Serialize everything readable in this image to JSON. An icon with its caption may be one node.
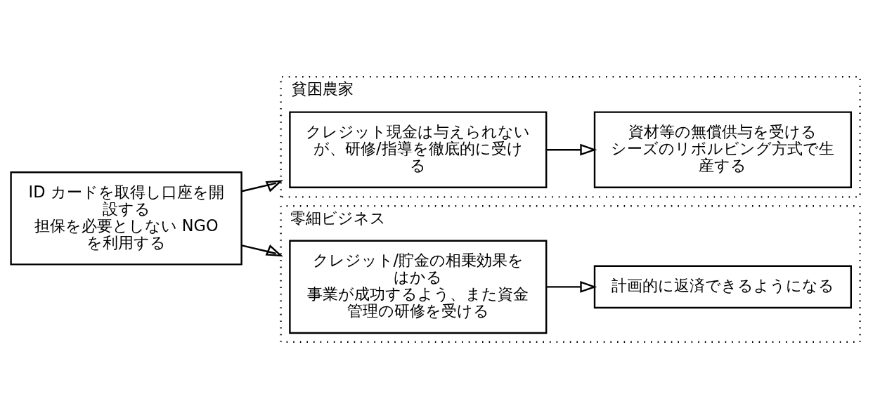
{
  "diagram": {
    "nodes": [
      {
        "text": [
          "ID カードを取得し口座を開設する",
          "担保を必要としない NGO を利用する"
        ]
      },
      {
        "text": [
          "貧困農家"
        ]
      },
      {
        "text": [
          "クレジット現金は与えられないが、研修/指導を徹底的に受ける"
        ],
        "in": 1
      },
      {
        "text": [
          "資材等の無償供与を受ける",
          "シーズのリボルビング方式で生産する"
        ],
        "in": 1
      },
      {
        "text": [
          "零細ビジネス"
        ]
      },
      {
        "text": [
          "クレジット/貯金の相乗効果をはかる",
          "事業が成功するよう、また資金管理の研修を受ける"
        ],
        "in": 4
      },
      {
        "text": [
          "計画的に返済できるようになる"
        ],
        "in": 4
      }
    ],
    "edges": [
      {
        "from": 0,
        "to": 1,
        "arrow": "to"
      },
      {
        "from": 0,
        "to": 4,
        "arrow": "to"
      },
      {
        "from": 2,
        "to": 3,
        "arrow": "to"
      },
      {
        "from": 5,
        "to": 6,
        "arrow": "to"
      }
    ]
  }
}
